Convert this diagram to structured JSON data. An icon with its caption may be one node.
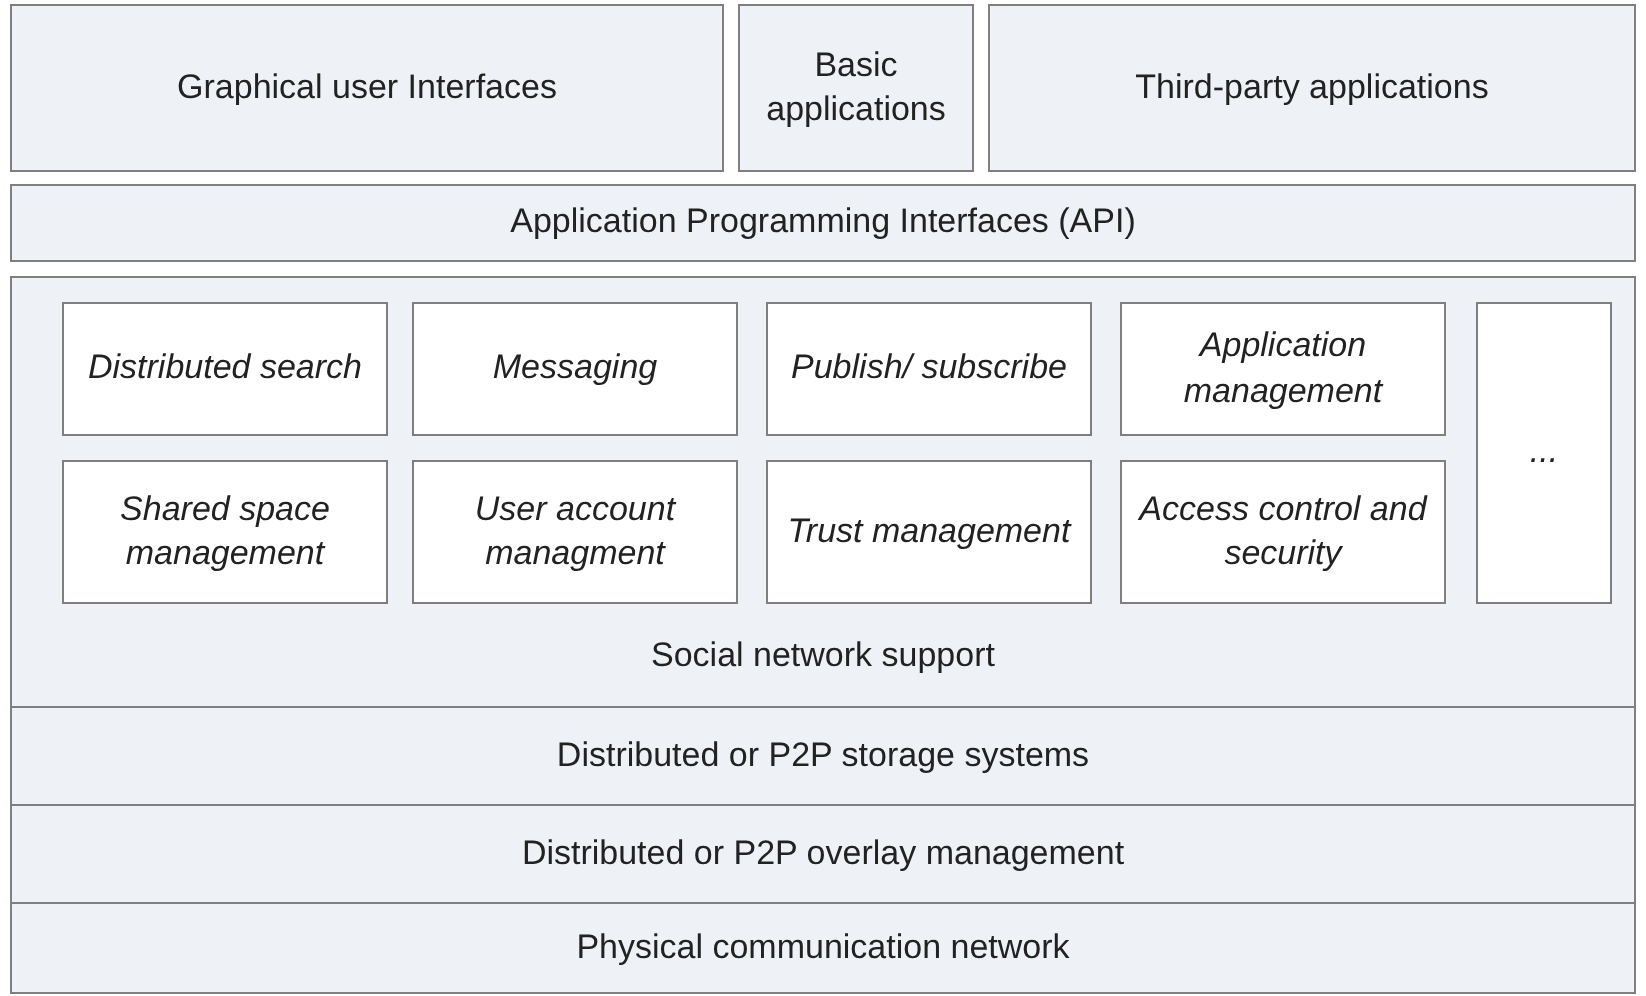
{
  "diagram": {
    "nodes": [
      {
        "text": [
          "Graphical user Interfaces"
        ]
      },
      {
        "text": [
          "Basic applications"
        ]
      },
      {
        "text": [
          "Third-party applications"
        ]
      },
      {
        "text": [
          "Application Programming Interfaces  (API)"
        ]
      },
      {
        "text": [
          "Social network support"
        ]
      },
      {
        "text": [
          "Distributed search"
        ],
        "in": 4
      },
      {
        "text": [
          "Messaging"
        ],
        "in": 4
      },
      {
        "text": [
          "Publish/ subscribe"
        ],
        "in": 4
      },
      {
        "text": [
          "Application management"
        ],
        "in": 4
      },
      {
        "text": [
          "..."
        ],
        "in": 4
      },
      {
        "text": [
          "Shared space management"
        ],
        "in": 4
      },
      {
        "text": [
          "User account managment"
        ],
        "in": 4
      },
      {
        "text": [
          "Trust management"
        ],
        "in": 4
      },
      {
        "text": [
          "Access control and security"
        ],
        "in": 4
      },
      {
        "text": [
          "Distributed or P2P storage systems"
        ]
      },
      {
        "text": [
          "Distributed or P2P overlay management"
        ]
      },
      {
        "text": [
          "Physical communication network"
        ]
      }
    ],
    "edges": []
  }
}
